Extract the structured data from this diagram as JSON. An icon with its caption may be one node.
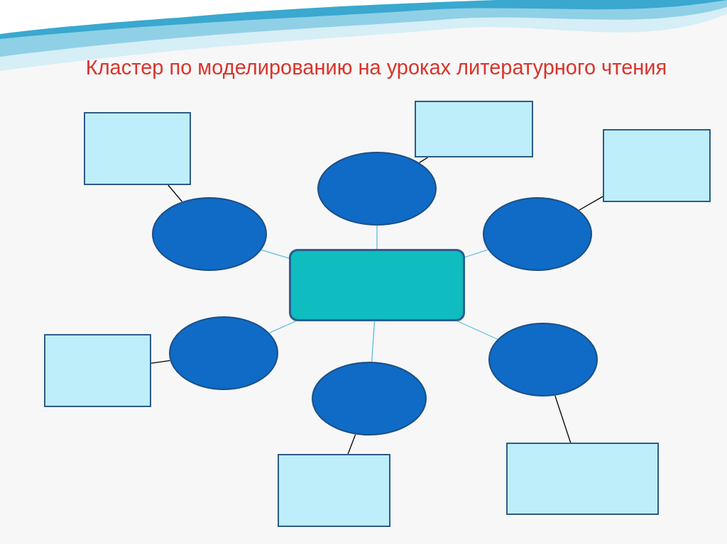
{
  "diagram": {
    "title": "Кластер по моделированию на уроках литературного чтения",
    "nodes": [
      {
        "text": [],
        "shape": "box"
      },
      {
        "text": [],
        "shape": "box"
      },
      {
        "text": [],
        "shape": "box"
      },
      {
        "text": [],
        "shape": "ellipse"
      },
      {
        "text": [],
        "shape": "ellipse"
      },
      {
        "text": [],
        "shape": "ellipse"
      },
      {
        "text": [],
        "shape": "box"
      },
      {
        "text": [],
        "shape": "ellipse"
      },
      {
        "text": [],
        "shape": "ellipse"
      },
      {
        "text": [],
        "shape": "ellipse"
      },
      {
        "text": [],
        "shape": "box"
      },
      {
        "text": [],
        "shape": "box"
      },
      {
        "text": [],
        "shape": "box"
      }
    ],
    "edges": [
      {
        "from": 6,
        "to": 3,
        "arrow": "none",
        "color": "#5bbfdc"
      },
      {
        "from": 6,
        "to": 4,
        "arrow": "none",
        "color": "#5bbfdc"
      },
      {
        "from": 6,
        "to": 5,
        "arrow": "none",
        "color": "#5bbfdc"
      },
      {
        "from": 6,
        "to": 7,
        "arrow": "none",
        "color": "#5bbfdc"
      },
      {
        "from": 6,
        "to": 8,
        "arrow": "none",
        "color": "#5bbfdc"
      },
      {
        "from": 6,
        "to": 9,
        "arrow": "none",
        "color": "#5bbfdc"
      },
      {
        "from": 3,
        "to": 1,
        "arrow": "none",
        "color": "#000000"
      },
      {
        "from": 4,
        "to": 0,
        "arrow": "none",
        "color": "#000000"
      },
      {
        "from": 5,
        "to": 2,
        "arrow": "none",
        "color": "#000000"
      },
      {
        "from": 7,
        "to": 10,
        "arrow": "none",
        "color": "#000000"
      },
      {
        "from": 8,
        "to": 12,
        "arrow": "none",
        "color": "#000000"
      },
      {
        "from": 9,
        "to": 11,
        "arrow": "none",
        "color": "#000000"
      }
    ]
  }
}
